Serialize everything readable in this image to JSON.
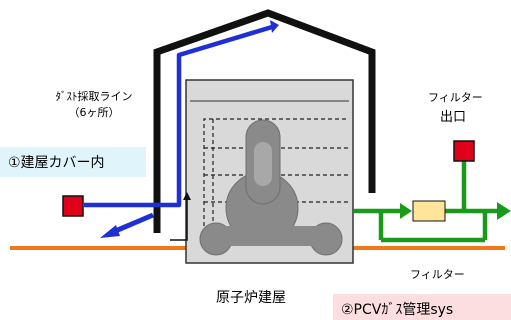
{
  "labels": {
    "dust_line_1": "ﾀﾞｽﾄ採取ライン",
    "dust_line_2": "（6ヶ所）",
    "cover_inside": "①建屋カバー内",
    "filter_outlet_1": "フィルター",
    "filter_outlet_2": "出口",
    "filter": "フィルター",
    "reactor_building": "原子炉建屋",
    "pcv_gas": "②PCVｶﾞｽ管理sys"
  },
  "colors": {
    "sampling_line": "#1f2fd6",
    "cover_outline": "#111111",
    "building_fill": "#d9d9d9",
    "reactor_gray": "#8a8a8a",
    "ground_line": "#f07a1a",
    "pcv_line": "#1a9a1a",
    "filter_fill": "#ffe599",
    "sampling_point": "#e0001a",
    "cover_label_bg": "#dff5fb",
    "pcv_label_bg": "#fcdede"
  }
}
